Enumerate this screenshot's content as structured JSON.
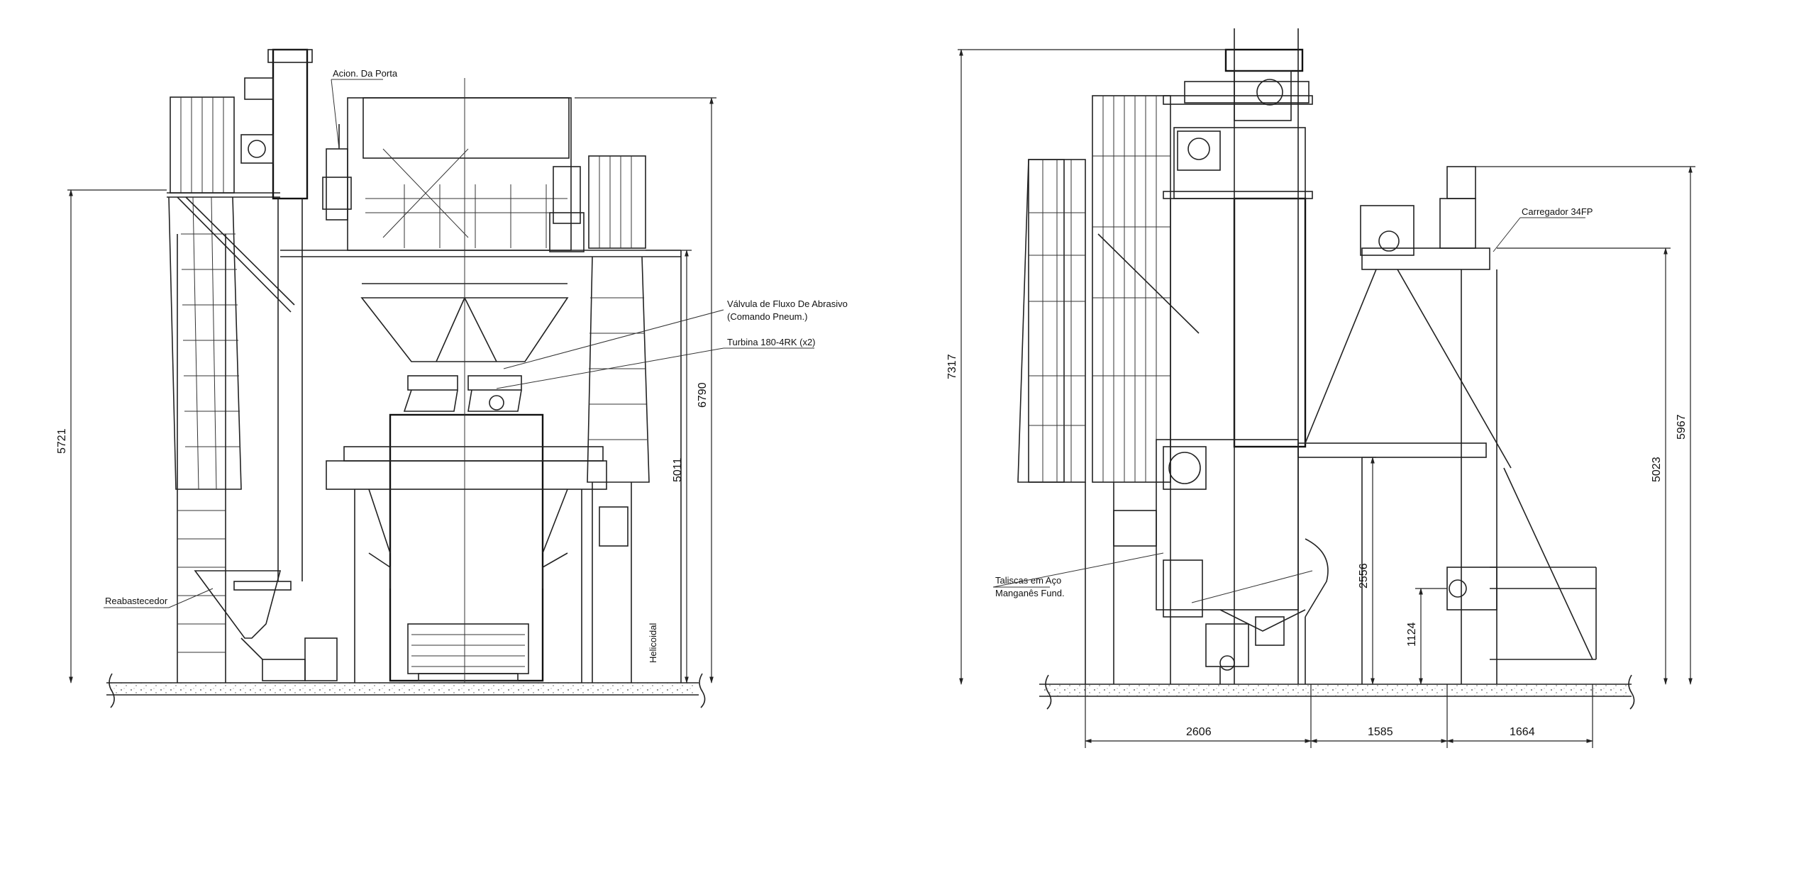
{
  "left_view": {
    "labels": {
      "door_actuator": "Acion. Da Porta",
      "flow_valve_line1": "Válvula de Fluxo De Abrasivo",
      "flow_valve_line2": "(Comando Pneum.)",
      "turbine": "Turbina 180-4RK (x2)",
      "refill": "Reabastecedor",
      "helical": "Helicoidal"
    },
    "dimensions": {
      "height_left": "5721",
      "height_right_outer": "6790",
      "height_right_inner": "5011"
    }
  },
  "right_view": {
    "labels": {
      "loader": "Carregador 34FP",
      "liners_line1": "Taliscas em Aço",
      "liners_line2": "Manganês Fund."
    },
    "dimensions": {
      "overall_height": "7317",
      "loader_height_outer": "5967",
      "loader_height_inner": "5023",
      "mid_height": "2556",
      "low_height": "1124",
      "width_a": "2606",
      "width_b": "1585",
      "width_c": "1664"
    }
  }
}
